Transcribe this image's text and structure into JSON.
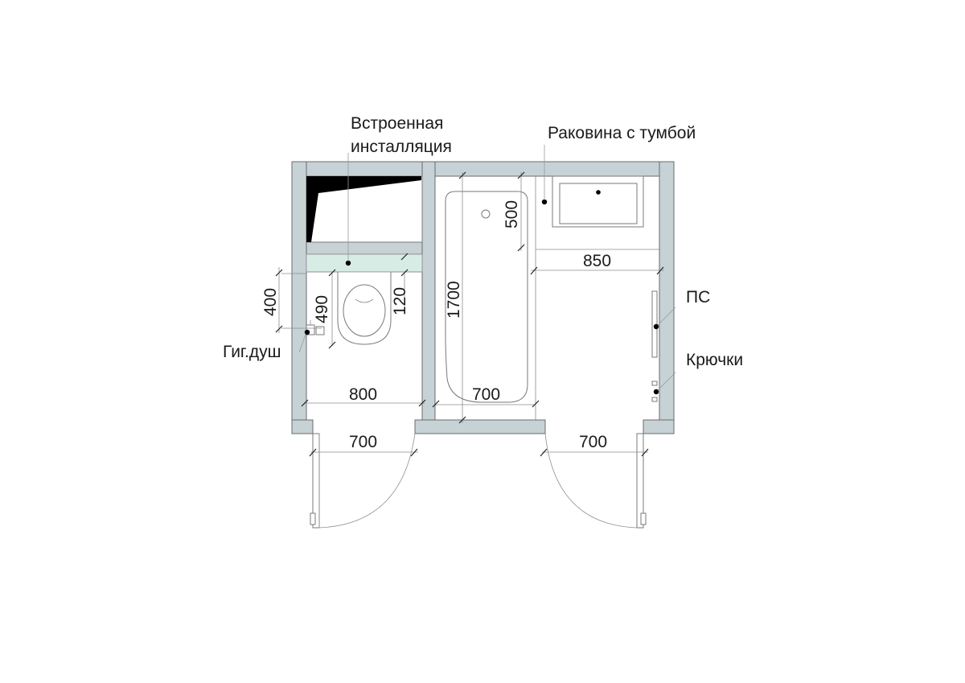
{
  "labels": {
    "installation_line1": "Встроенная",
    "installation_line2": "инсталляция",
    "sink": "Раковина с тумбой",
    "ps": "ПС",
    "hooks": "Крючки",
    "hygienic_shower": "Гиг.душ"
  },
  "dimensions": {
    "wc_width": "800",
    "wc_door": "700",
    "wc_400": "400",
    "wc_490": "490",
    "wc_120": "120",
    "bath_length": "1700",
    "bath_width": "700",
    "sink_500": "500",
    "bath_room_850": "850",
    "bath_door": "700"
  },
  "colors": {
    "wall": "#c7d2d6",
    "installation": "#d8ece6"
  }
}
